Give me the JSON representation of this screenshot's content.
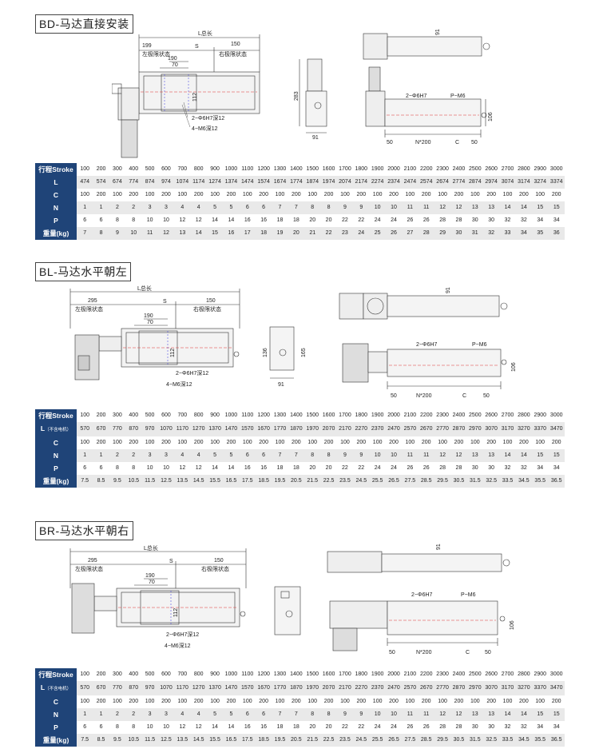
{
  "columns": [
    "100",
    "200",
    "300",
    "400",
    "500",
    "600",
    "700",
    "800",
    "900",
    "1000",
    "1100",
    "1200",
    "1300",
    "1400",
    "1500",
    "1600",
    "1700",
    "1800",
    "1900",
    "2000",
    "2100",
    "2200",
    "2300",
    "2400",
    "2500",
    "2600",
    "2700",
    "2800",
    "2900",
    "3000"
  ],
  "labels": {
    "L_total": "L总长",
    "S": "S",
    "left_limit": "左极限状态",
    "right_limit": "右极限状态",
    "hole1": "2−Φ6H7深12",
    "hole2": "4−M6深12",
    "hole3": "2−Φ6H7",
    "pm6": "P−M6",
    "n200": "N*200",
    "C": "C",
    "d50": "50",
    "d91": "91",
    "d106": "106",
    "d190": "190",
    "d70": "70",
    "d112": "112",
    "d150": "150"
  },
  "sections": [
    {
      "title": "BD-马达直接安装",
      "dims": {
        "left": "199",
        "height1": "283",
        "width1": "91"
      },
      "rows": [
        {
          "label": "行程Stroke",
          "values": [
            "100",
            "200",
            "300",
            "400",
            "500",
            "600",
            "700",
            "800",
            "900",
            "1000",
            "1100",
            "1200",
            "1300",
            "1400",
            "1500",
            "1600",
            "1700",
            "1800",
            "1900",
            "2000",
            "2100",
            "2200",
            "2300",
            "2400",
            "2500",
            "2600",
            "2700",
            "2800",
            "2900",
            "3000"
          ]
        },
        {
          "label": "L",
          "note": "",
          "values": [
            "474",
            "574",
            "674",
            "774",
            "874",
            "974",
            "1074",
            "1174",
            "1274",
            "1374",
            "1474",
            "1574",
            "1674",
            "1774",
            "1874",
            "1974",
            "2074",
            "2174",
            "2274",
            "2374",
            "2474",
            "2574",
            "2674",
            "2774",
            "2874",
            "2974",
            "3074",
            "3174",
            "3274",
            "3374"
          ]
        },
        {
          "label": "C",
          "values": [
            "100",
            "200",
            "100",
            "200",
            "100",
            "200",
            "100",
            "200",
            "100",
            "200",
            "100",
            "200",
            "100",
            "200",
            "100",
            "200",
            "100",
            "200",
            "100",
            "200",
            "100",
            "200",
            "100",
            "200",
            "100",
            "200",
            "100",
            "200",
            "100",
            "200"
          ]
        },
        {
          "label": "N",
          "values": [
            "1",
            "1",
            "2",
            "2",
            "3",
            "3",
            "4",
            "4",
            "5",
            "5",
            "6",
            "6",
            "7",
            "7",
            "8",
            "8",
            "9",
            "9",
            "10",
            "10",
            "11",
            "11",
            "12",
            "12",
            "13",
            "13",
            "14",
            "14",
            "15",
            "15"
          ]
        },
        {
          "label": "P",
          "values": [
            "6",
            "6",
            "8",
            "8",
            "10",
            "10",
            "12",
            "12",
            "14",
            "14",
            "16",
            "16",
            "18",
            "18",
            "20",
            "20",
            "22",
            "22",
            "24",
            "24",
            "26",
            "26",
            "28",
            "28",
            "30",
            "30",
            "32",
            "32",
            "34",
            "34"
          ]
        },
        {
          "label": "重量(kg)",
          "values": [
            "7",
            "8",
            "9",
            "10",
            "11",
            "12",
            "13",
            "14",
            "15",
            "16",
            "17",
            "18",
            "19",
            "20",
            "21",
            "22",
            "23",
            "24",
            "25",
            "26",
            "27",
            "28",
            "29",
            "30",
            "31",
            "32",
            "33",
            "34",
            "35",
            "36"
          ]
        }
      ]
    },
    {
      "title": "BL-马达水平朝左",
      "dims": {
        "left": "295",
        "height1": "136",
        "height2": "165",
        "width1": "91"
      },
      "rows": [
        {
          "label": "行程Stroke",
          "values": [
            "100",
            "200",
            "300",
            "400",
            "500",
            "600",
            "700",
            "800",
            "900",
            "1000",
            "1100",
            "1200",
            "1300",
            "1400",
            "1500",
            "1600",
            "1700",
            "1800",
            "1900",
            "2000",
            "2100",
            "2200",
            "2300",
            "2400",
            "2500",
            "2600",
            "2700",
            "2800",
            "2900",
            "3000"
          ]
        },
        {
          "label": "L",
          "note": "（不含电机）",
          "values": [
            "570",
            "670",
            "770",
            "870",
            "970",
            "1070",
            "1170",
            "1270",
            "1370",
            "1470",
            "1570",
            "1670",
            "1770",
            "1870",
            "1970",
            "2070",
            "2170",
            "2270",
            "2370",
            "2470",
            "2570",
            "2670",
            "2770",
            "2870",
            "2970",
            "3070",
            "3170",
            "3270",
            "3370",
            "3470"
          ]
        },
        {
          "label": "C",
          "values": [
            "100",
            "200",
            "100",
            "200",
            "100",
            "200",
            "100",
            "200",
            "100",
            "200",
            "100",
            "200",
            "100",
            "200",
            "100",
            "200",
            "100",
            "200",
            "100",
            "200",
            "100",
            "200",
            "100",
            "200",
            "100",
            "200",
            "100",
            "200",
            "100",
            "200"
          ]
        },
        {
          "label": "N",
          "values": [
            "1",
            "1",
            "2",
            "2",
            "3",
            "3",
            "4",
            "4",
            "5",
            "5",
            "6",
            "6",
            "7",
            "7",
            "8",
            "8",
            "9",
            "9",
            "10",
            "10",
            "11",
            "11",
            "12",
            "12",
            "13",
            "13",
            "14",
            "14",
            "15",
            "15"
          ]
        },
        {
          "label": "P",
          "values": [
            "6",
            "6",
            "8",
            "8",
            "10",
            "10",
            "12",
            "12",
            "14",
            "14",
            "16",
            "16",
            "18",
            "18",
            "20",
            "20",
            "22",
            "22",
            "24",
            "24",
            "26",
            "26",
            "28",
            "28",
            "30",
            "30",
            "32",
            "32",
            "34",
            "34"
          ]
        },
        {
          "label": "重量(kg)",
          "values": [
            "7.5",
            "8.5",
            "9.5",
            "10.5",
            "11.5",
            "12.5",
            "13.5",
            "14.5",
            "15.5",
            "16.5",
            "17.5",
            "18.5",
            "19.5",
            "20.5",
            "21.5",
            "22.5",
            "23.5",
            "24.5",
            "25.5",
            "26.5",
            "27.5",
            "28.5",
            "29.5",
            "30.5",
            "31.5",
            "32.5",
            "33.5",
            "34.5",
            "35.5",
            "36.5"
          ]
        }
      ]
    },
    {
      "title": "BR-马达水平朝右",
      "dims": {
        "left": "295"
      },
      "rows": [
        {
          "label": "行程Stroke",
          "values": [
            "100",
            "200",
            "300",
            "400",
            "500",
            "600",
            "700",
            "800",
            "900",
            "1000",
            "1100",
            "1200",
            "1300",
            "1400",
            "1500",
            "1600",
            "1700",
            "1800",
            "1900",
            "2000",
            "2100",
            "2200",
            "2300",
            "2400",
            "2500",
            "2600",
            "2700",
            "2800",
            "2900",
            "3000"
          ]
        },
        {
          "label": "L",
          "note": "（不含电机）",
          "values": [
            "570",
            "670",
            "770",
            "870",
            "970",
            "1070",
            "1170",
            "1270",
            "1370",
            "1470",
            "1570",
            "1670",
            "1770",
            "1870",
            "1970",
            "2070",
            "2170",
            "2270",
            "2370",
            "2470",
            "2570",
            "2670",
            "2770",
            "2870",
            "2970",
            "3070",
            "3170",
            "3270",
            "3370",
            "3470"
          ]
        },
        {
          "label": "C",
          "values": [
            "100",
            "200",
            "100",
            "200",
            "100",
            "200",
            "100",
            "200",
            "100",
            "200",
            "100",
            "200",
            "100",
            "200",
            "100",
            "200",
            "100",
            "200",
            "100",
            "200",
            "100",
            "200",
            "100",
            "200",
            "100",
            "200",
            "100",
            "200",
            "100",
            "200"
          ]
        },
        {
          "label": "N",
          "values": [
            "1",
            "1",
            "2",
            "2",
            "3",
            "3",
            "4",
            "4",
            "5",
            "5",
            "6",
            "6",
            "7",
            "7",
            "8",
            "8",
            "9",
            "9",
            "10",
            "10",
            "11",
            "11",
            "12",
            "12",
            "13",
            "13",
            "14",
            "14",
            "15",
            "15"
          ]
        },
        {
          "label": "P",
          "values": [
            "6",
            "6",
            "8",
            "8",
            "10",
            "10",
            "12",
            "12",
            "14",
            "14",
            "16",
            "16",
            "18",
            "18",
            "20",
            "20",
            "22",
            "22",
            "24",
            "24",
            "26",
            "26",
            "28",
            "28",
            "30",
            "30",
            "32",
            "32",
            "34",
            "34"
          ]
        },
        {
          "label": "重量(kg)",
          "values": [
            "7.5",
            "8.5",
            "9.5",
            "10.5",
            "11.5",
            "12.5",
            "13.5",
            "14.5",
            "15.5",
            "16.5",
            "17.5",
            "18.5",
            "19.5",
            "20.5",
            "21.5",
            "22.5",
            "23.5",
            "24.5",
            "25.5",
            "26.5",
            "27.5",
            "28.5",
            "29.5",
            "30.5",
            "31.5",
            "32.5",
            "33.5",
            "34.5",
            "35.5",
            "36.5"
          ]
        }
      ]
    }
  ]
}
